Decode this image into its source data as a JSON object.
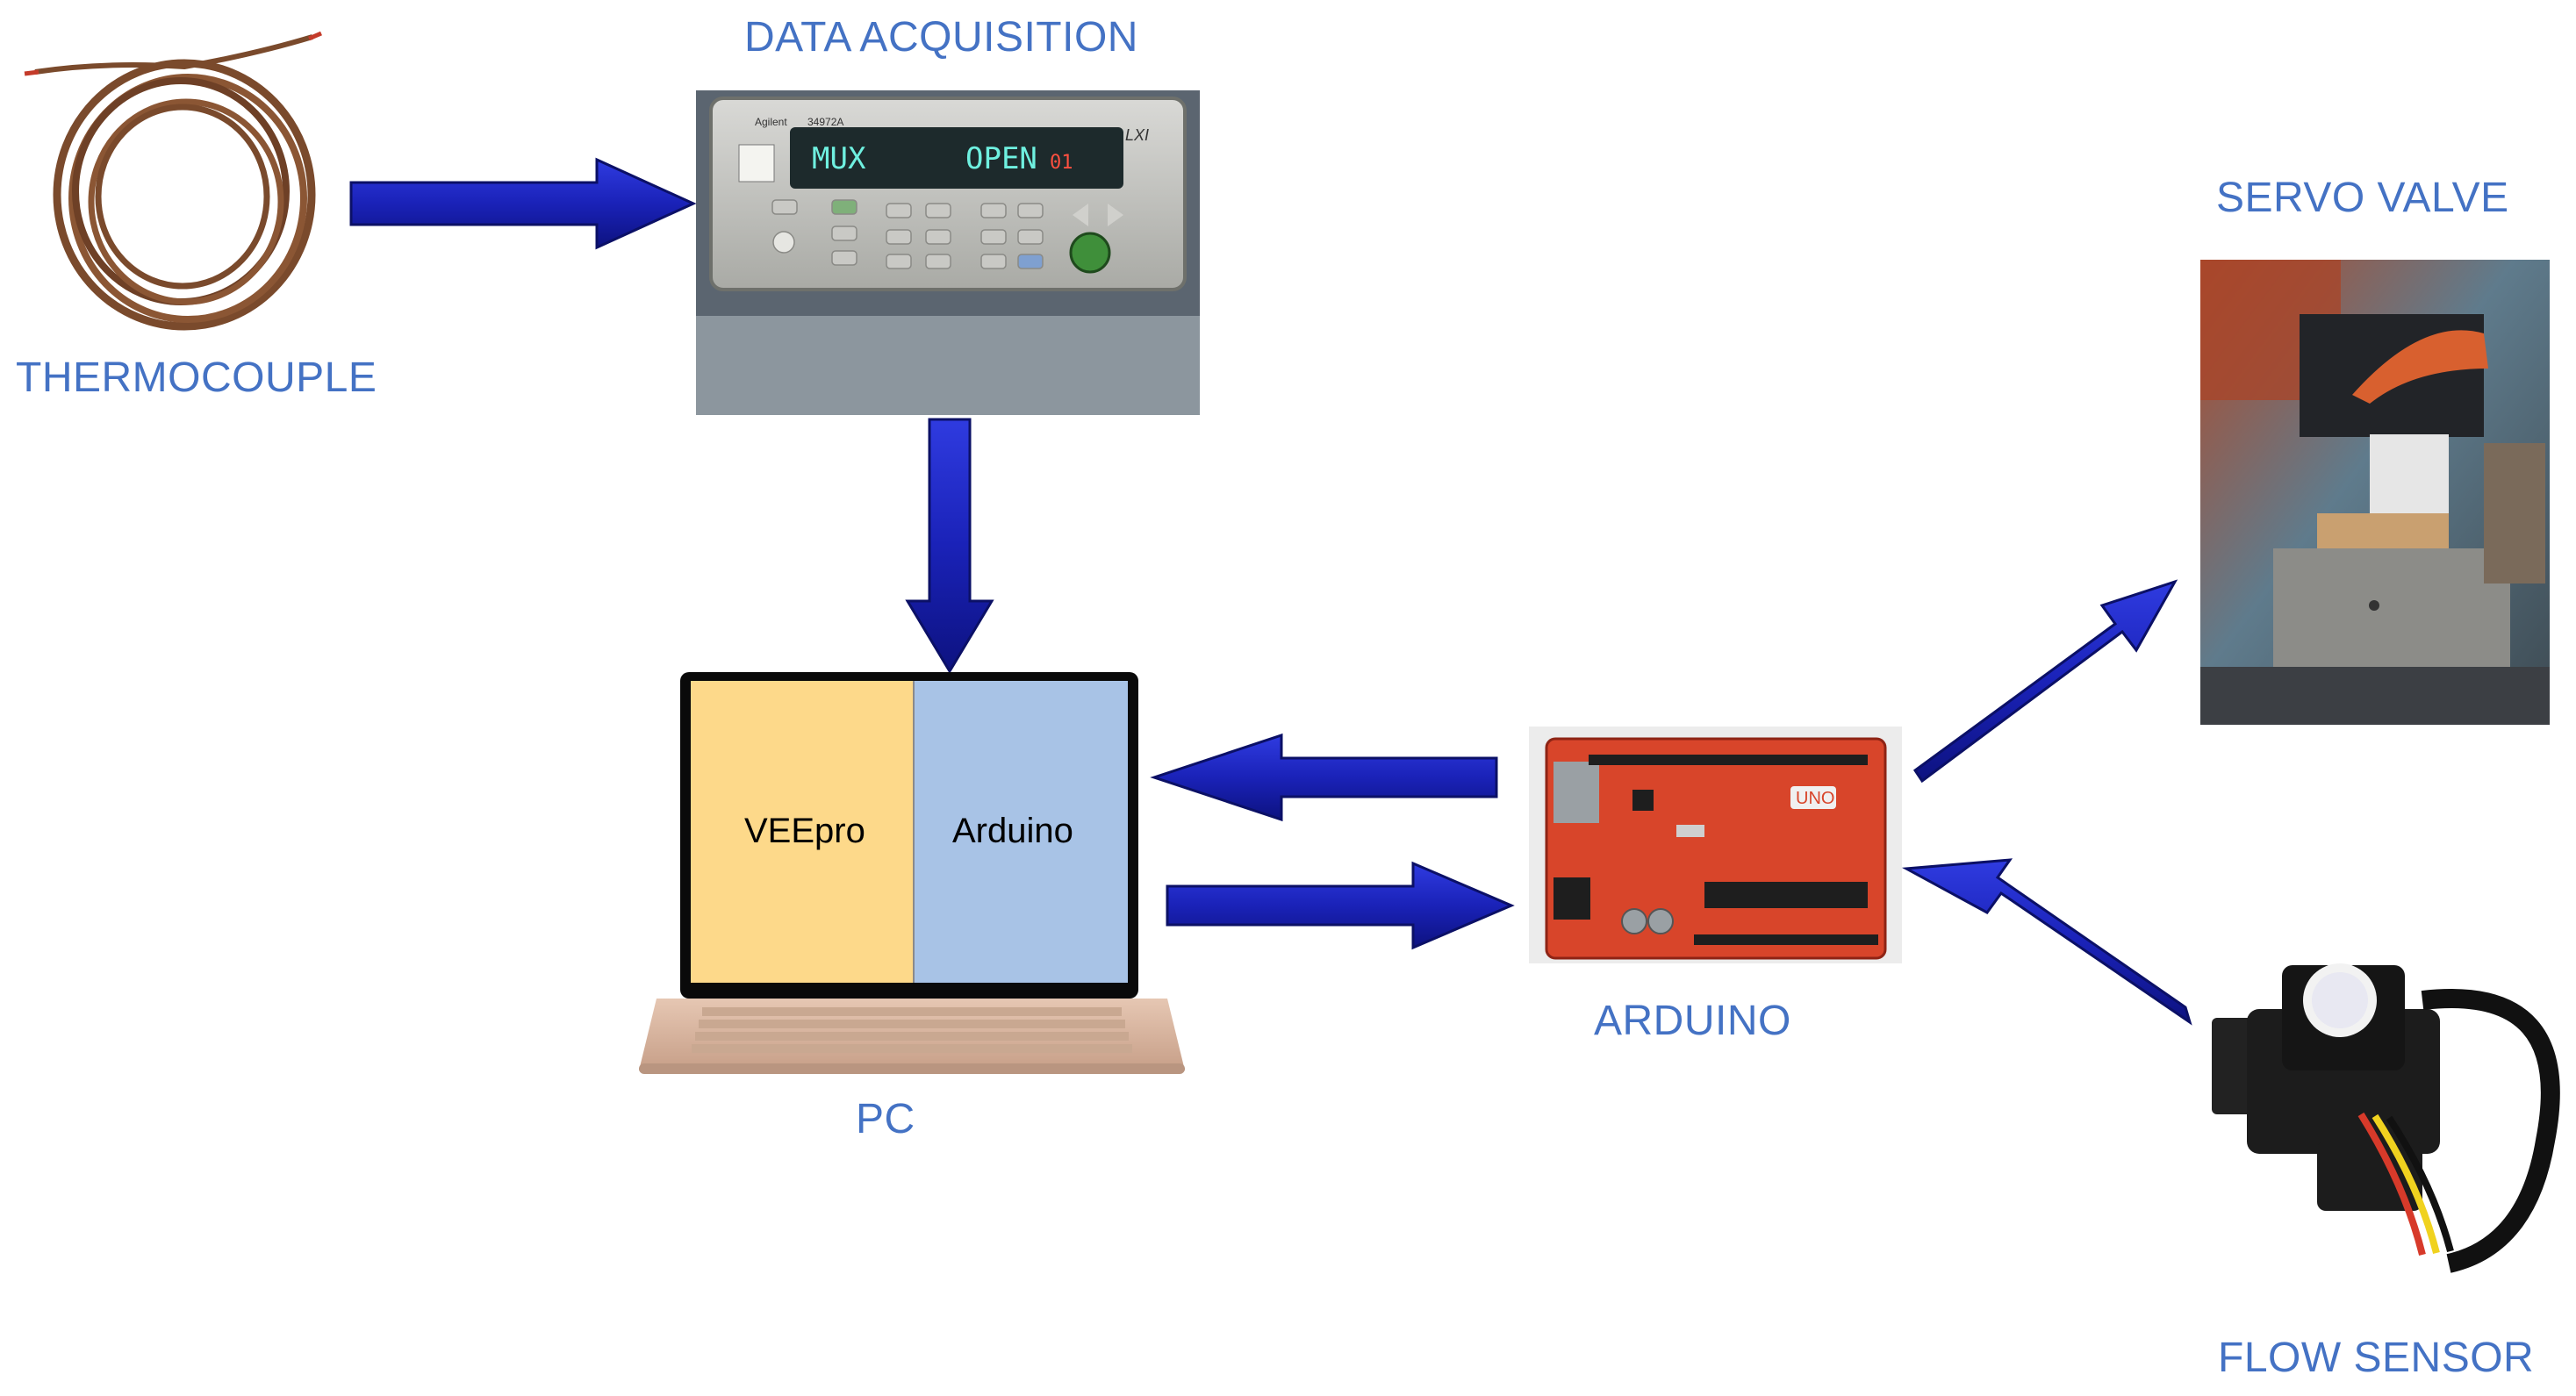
{
  "labels": {
    "thermocouple": "THERMOCOUPLE",
    "data_acquisition": "DATA ACQUISITION",
    "pc": "PC",
    "arduino": "ARDUINO",
    "servo_valve": "SERVO VALVE",
    "flow_sensor": "FLOW SENSOR"
  },
  "laptop_screen": {
    "left_panel": "VEEpro",
    "right_panel": "Arduino"
  },
  "daq_display": {
    "left": "MUX",
    "right": "OPEN",
    "channel": "01",
    "brand": "Agilent",
    "model": "34972A",
    "lxi": "LXI"
  },
  "board": {
    "name": "UNO"
  },
  "colors": {
    "label_blue": "#4472c4",
    "arrow_fill": "#1a22b8",
    "arrow_edge": "#0b1066",
    "veepro_panel": "#fdd98a",
    "arduino_panel": "#a8c3e6",
    "board_red": "#d8452a",
    "laptop_body": "#d9b5a0"
  }
}
